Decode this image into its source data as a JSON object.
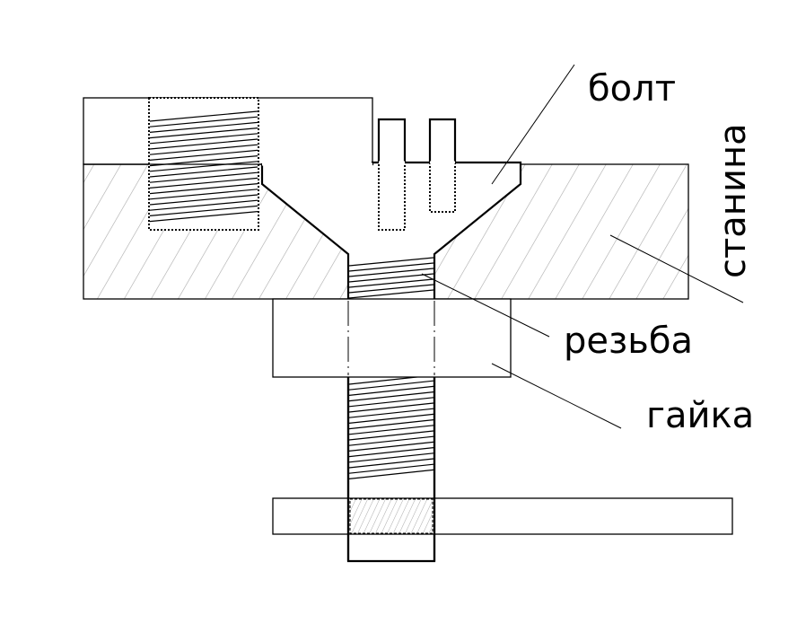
{
  "labels": {
    "bolt": "болт",
    "frame": "станина",
    "thread": "резьба",
    "nut": "гайка"
  },
  "colors": {
    "line": "#000000",
    "hatch": "#aaaaaa"
  }
}
